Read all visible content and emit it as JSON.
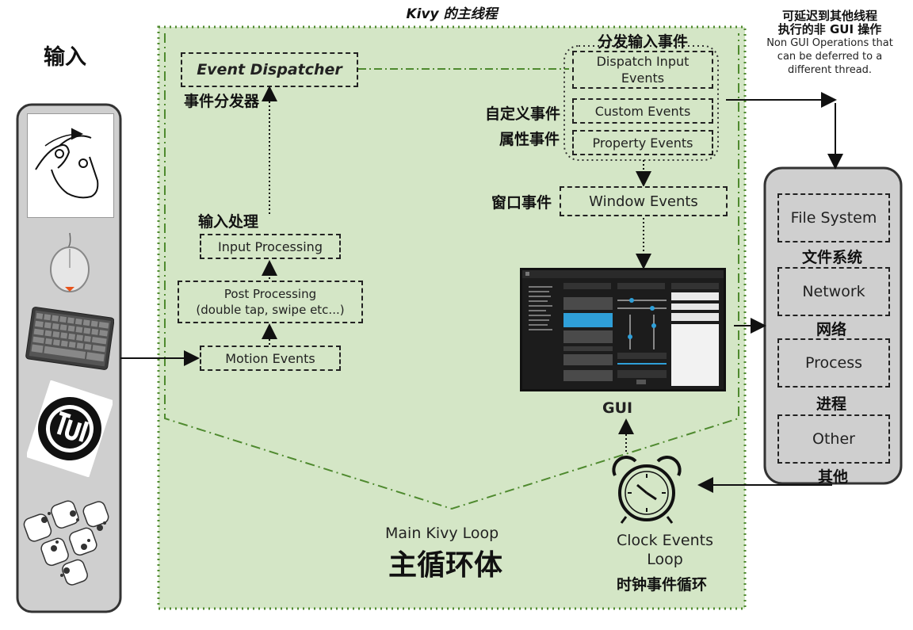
{
  "title_top": "Kivy 的主线程",
  "input_heading": "输入",
  "main": {
    "event_dispatcher": "Event Dispatcher",
    "event_dispatcher_cn": "事件分发器",
    "input_processing_cn": "输入处理",
    "input_processing": "Input Processing",
    "post_processing_1": "Post Processing",
    "post_processing_2": "(double tap, swipe  etc...)",
    "motion_events": "Motion Events",
    "dispatch_input_cn": "分发输入事件",
    "dispatch_input_1": "Dispatch Input",
    "dispatch_input_2": "Events",
    "custom_events_cn": "自定义事件",
    "custom_events": "Custom Events",
    "property_events_cn": "属性事件",
    "property_events": "Property Events",
    "window_events_cn": "窗口事件",
    "window_events": "Window Events",
    "gui_label": "GUI",
    "main_loop": "Main Kivy Loop",
    "main_loop_cn": "主循环体",
    "clock_1": "Clock Events",
    "clock_2": "Loop",
    "clock_cn": "时钟事件循环"
  },
  "right": {
    "heading_cn_1": "可延迟到其他线程",
    "heading_cn_2": "执行的非 GUI 操作",
    "heading_en_1": "Non GUI Operations that",
    "heading_en_2": "can be deferred to a",
    "heading_en_3": "different thread.",
    "items": [
      {
        "label": "File System",
        "cn": "文件系统"
      },
      {
        "label": "Network",
        "cn": "网络"
      },
      {
        "label": "Process",
        "cn": "进程"
      },
      {
        "label": "Other",
        "cn": "其他"
      }
    ]
  },
  "input_devices": [
    "touch-gesture-icon",
    "mouse-icon",
    "keyboard-icon",
    "tuio-logo-icon",
    "fiducial-markers-icon"
  ],
  "colors": {
    "main_bg": "#d4e6c6",
    "main_border": "#4f8a2f",
    "panel_bg": "#cfcfcf",
    "panel_border": "#333333",
    "gui_button_active": "#2f9fd8"
  }
}
